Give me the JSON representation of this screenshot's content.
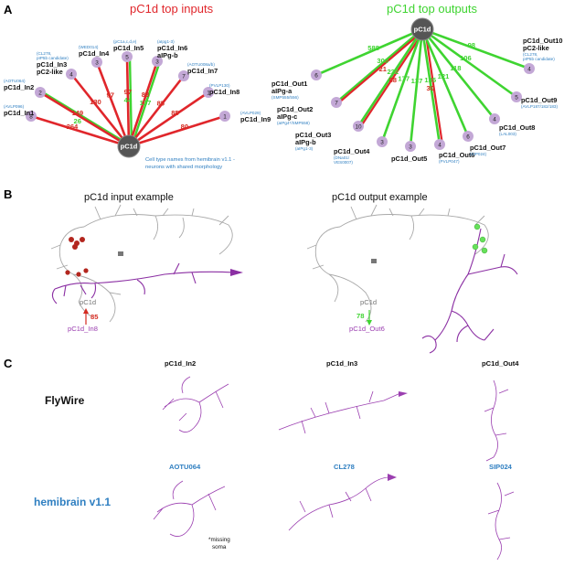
{
  "panels": {
    "a": "A",
    "b": "B",
    "c": "C"
  },
  "colors": {
    "red": "#e0262b",
    "green": "#3fd431",
    "purple": "#8b2fa3",
    "node": "#c3a8d6",
    "center": "#555555",
    "blue": "#2f7fc1"
  },
  "inputs": {
    "title": "pC1d top inputs",
    "center_label": "pC1d",
    "note_line1": "Cell type names from hemibrain v1.1 -",
    "note_line2": "neurons with shared morphology",
    "items": [
      {
        "name1": "pC1d_In1",
        "name2": "",
        "sub1": "(AVLP096)",
        "sub2": "",
        "node": "8",
        "wr": "264",
        "wg": ""
      },
      {
        "name1": "pC1d_In2",
        "name2": "",
        "sub1": "(AOTU064)",
        "sub2": "",
        "node": "2",
        "wr": "149",
        "wg": "26"
      },
      {
        "name1": "pC1d_In3",
        "name2": "pC2-like",
        "sub1": "(CL278,",
        "sub2": "pIP5b candidate)",
        "node": "4",
        "wr": "130",
        "wg": ""
      },
      {
        "name1": "pC1d_In4",
        "name2": "",
        "sub1": "(WED014)",
        "sub2": "",
        "node": "3",
        "wr": "97",
        "wg": ""
      },
      {
        "name1": "pC1d_In5",
        "name2": "",
        "sub1": "(pC1a,c,d,e)",
        "sub2": "",
        "node": "5",
        "wr": "97",
        "wg": "44"
      },
      {
        "name1": "pC1d_In6",
        "name2": "aIPg-b",
        "sub1": "(aIpg1-3)",
        "sub2": "",
        "node": "3",
        "wr": "88",
        "wg": "137"
      },
      {
        "name1": "pC1d_In7",
        "name2": "",
        "sub1": "(AOTU008a/b)",
        "sub2": "",
        "node": "7",
        "wr": "85",
        "wg": ""
      },
      {
        "name1": "pC1d_In8",
        "name2": "",
        "sub1": "(PVLP130)",
        "sub2": "",
        "node": "1",
        "wr": "85",
        "wg": ""
      },
      {
        "name1": "pC1d_In9",
        "name2": "",
        "sub1": "(AVLP029)",
        "sub2": "",
        "node": "1",
        "wr": "80",
        "wg": ""
      }
    ]
  },
  "outputs": {
    "title": "pC1d top outputs",
    "center_label": "pC1d",
    "items": [
      {
        "name1": "pC1d_Out1",
        "name2": "aIPg-a",
        "name3": "",
        "sub1": "(SMP555/556)",
        "node": "6",
        "wg": "588",
        "wr": ""
      },
      {
        "name1": "pC1d_Out2",
        "name2": "aIPg-c",
        "name3": "",
        "sub1": "(aIPg4*/SMP558)",
        "node": "7",
        "wg": "300",
        "wr": "21"
      },
      {
        "name1": "pC1d_Out3",
        "name2": "aIPg-b",
        "name3": "",
        "sub1": "(aIPg1-3)",
        "node": "10",
        "wg": "232",
        "wr": "88"
      },
      {
        "name1": "pC1d_Out4",
        "name2": "",
        "name3": "",
        "sub1": "(DNa01/",
        "sub2": "VES0007)",
        "node": "3",
        "wg": "177",
        "wr": ""
      },
      {
        "name1": "pC1d_Out5",
        "name2": "",
        "name3": "",
        "sub1": "",
        "node": "3",
        "wg": "137",
        "wr": ""
      },
      {
        "name1": "pC1d_Out6",
        "name2": "",
        "name3": "",
        "sub1": "(PVLP047)",
        "node": "4",
        "wg": "135",
        "wr": "30"
      },
      {
        "name1": "pC1d_Out7",
        "name2": "",
        "name3": "",
        "sub1": "(SIP024)",
        "node": "6",
        "wg": "121",
        "wr": ""
      },
      {
        "name1": "pC1d_Out8",
        "name2": "",
        "name3": "",
        "sub1": "(LAL003)",
        "node": "4",
        "wg": "118",
        "wr": ""
      },
      {
        "name1": "pC1d_Out9",
        "name2": "",
        "name3": "",
        "sub1": "(AVLP187/182/183)",
        "node": "5",
        "wg": "106",
        "wr": ""
      },
      {
        "name1": "pC1d_Out10",
        "name2": "pC2-like",
        "name3": "",
        "sub1": "(CL278,",
        "sub2": "pIP5b candidate)",
        "node": "4",
        "wg": "98",
        "wr": ""
      }
    ]
  },
  "panel_b": {
    "left_title": "pC1d input example",
    "right_title": "pC1d output example",
    "left_pc1d": "pC1d",
    "left_weight": "85",
    "left_partner": "pC1d_In8",
    "right_pc1d": "pC1d",
    "right_weight": "78",
    "right_partner": "pC1d_Out6"
  },
  "panel_c": {
    "col1": "pC1d_In2",
    "col2": "pC1d_In3",
    "col3": "pC1d_Out4",
    "row1": "FlyWire",
    "row2": "hemibrain v1.1",
    "hb1": "AOTU064",
    "hb2": "CL278",
    "hb3": "SIP024",
    "missing": "*missing",
    "soma": "soma"
  }
}
